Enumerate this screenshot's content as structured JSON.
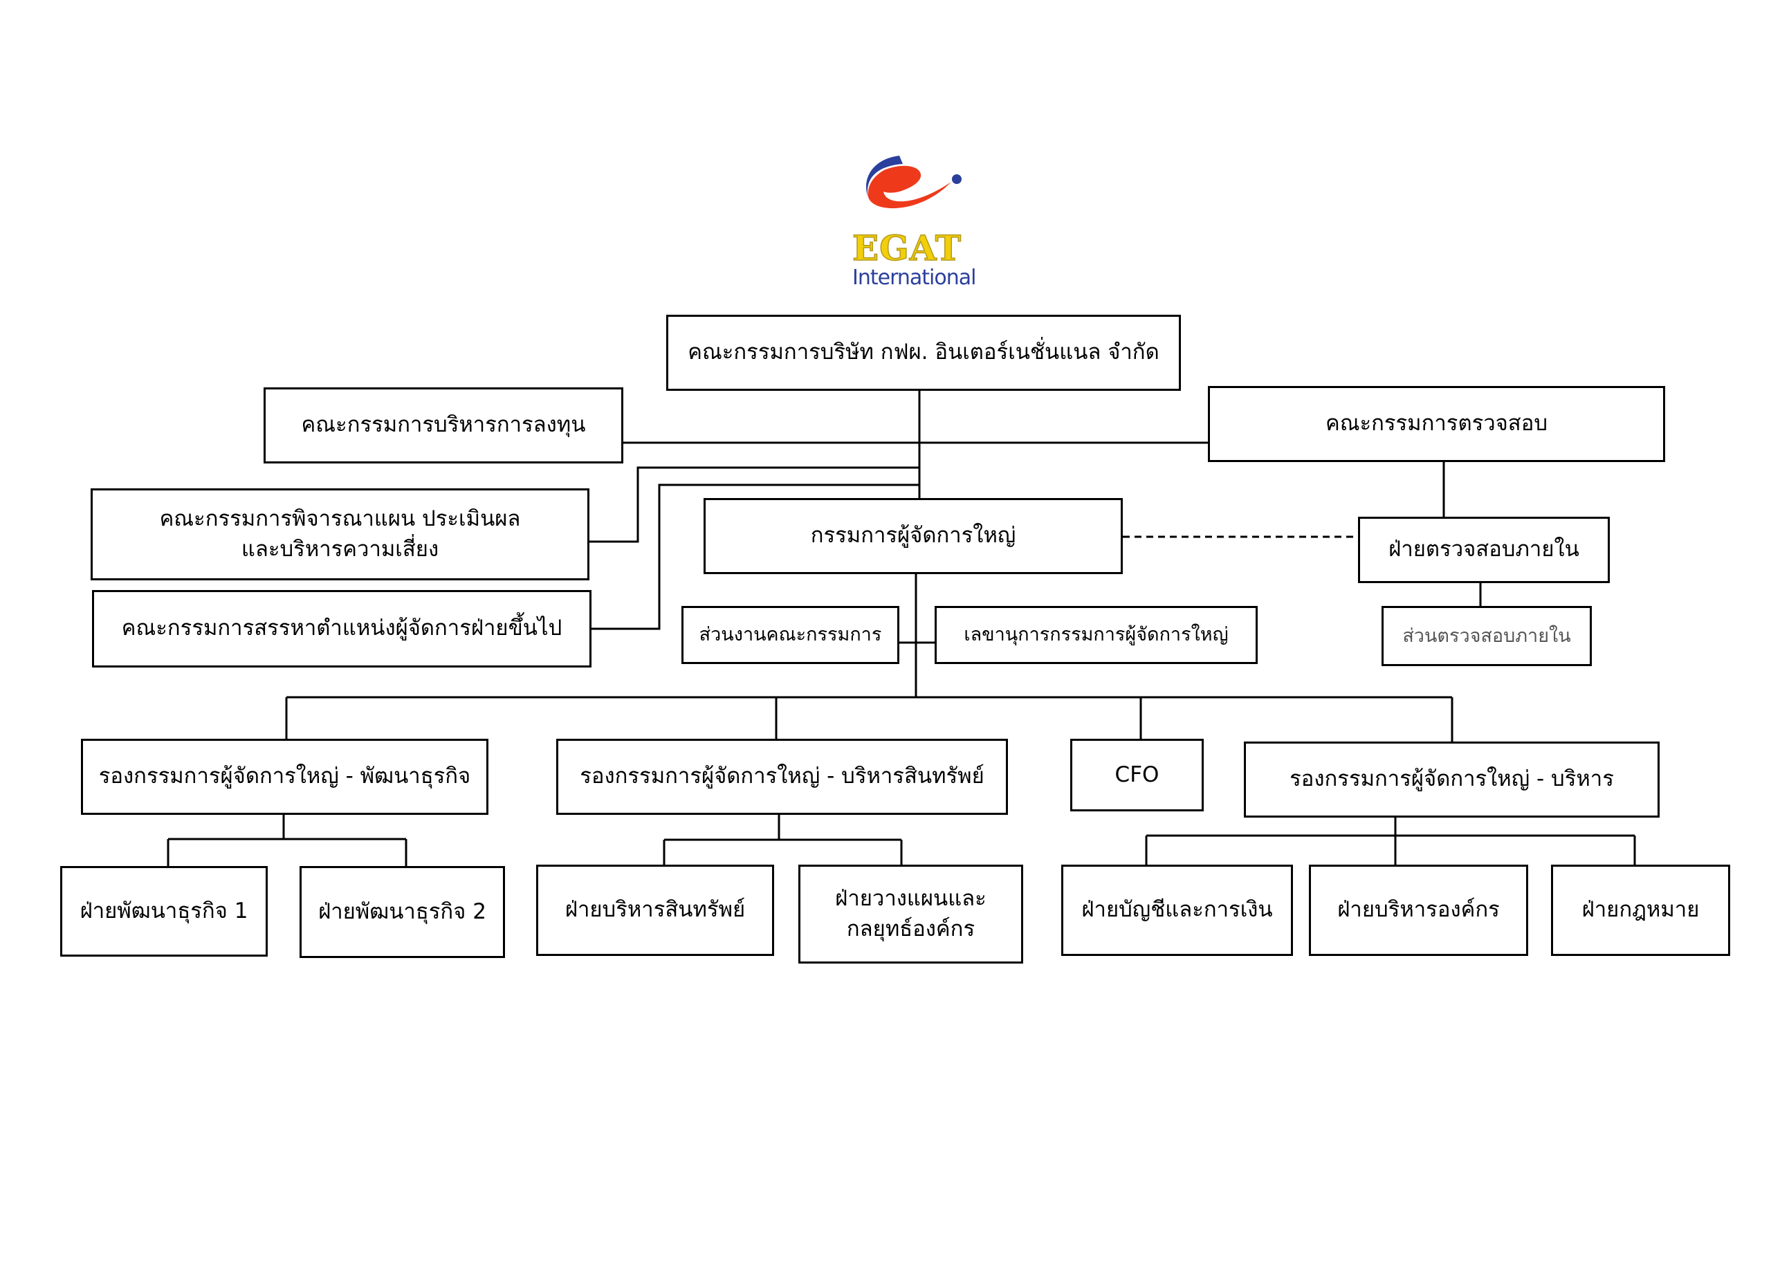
{
  "logo": {
    "brand": "EGAT",
    "sub": "International"
  },
  "board": "คณะกรรมการบริษัท กฟผ. อินเตอร์เนชั่นแนล จำกัด",
  "committees": {
    "investment": "คณะกรรมการบริหารการลงทุน",
    "audit": "คณะกรรมการตรวจสอบ",
    "plan_line1": "คณะกรรมการพิจารณาแผน ประเมินผล",
    "plan_line2": "และบริหารความเสี่ยง",
    "recruit": "คณะกรรมการสรรหาตำแหน่งผู้จัดการฝ่ายขึ้นไป"
  },
  "ceo": "กรรมการผู้จัดการใหญ่",
  "internal_audit": {
    "dept": "ฝ่ายตรวจสอบภายใน",
    "section": "ส่วนตรวจสอบภายใน"
  },
  "ceo_office": {
    "board_office": "ส่วนงานคณะกรรมการ",
    "secretary": "เลขานุการกรรมการผู้จัดการใหญ่"
  },
  "executives": {
    "vp_bd": "รองกรรมการผู้จัดการใหญ่ - พัฒนาธุรกิจ",
    "vp_asset": "รองกรรมการผู้จัดการใหญ่ - บริหารสินทรัพย์",
    "cfo": "CFO",
    "vp_admin": "รองกรรมการผู้จัดการใหญ่ - บริหาร"
  },
  "departments": {
    "bd1": "ฝ่ายพัฒนาธุรกิจ 1",
    "bd2": "ฝ่ายพัฒนาธุรกิจ 2",
    "asset": "ฝ่ายบริหารสินทรัพย์",
    "strategy_line1": "ฝ่ายวางแผนและ",
    "strategy_line2": "กลยุทธ์องค์กร",
    "accounting": "ฝ่ายบัญชีและการเงิน",
    "org_admin": "ฝ่ายบริหารองค์กร",
    "legal": "ฝ่ายกฎหมาย"
  }
}
